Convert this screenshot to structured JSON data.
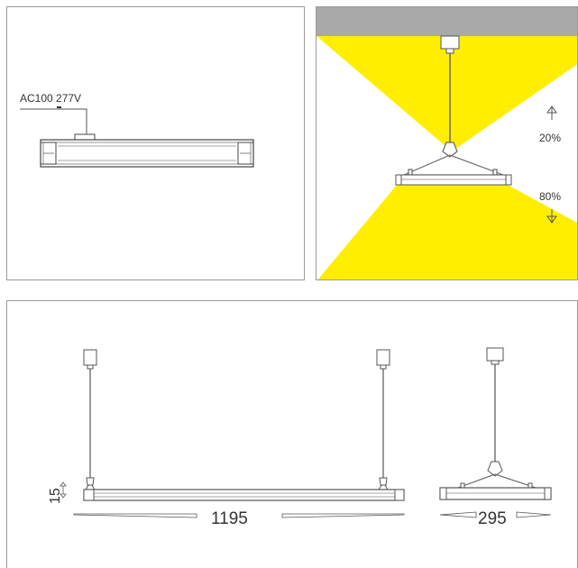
{
  "wiring": {
    "voltage_label": "AC100 277V"
  },
  "light_distribution": {
    "colors": {
      "ceiling": "#a9a9a9",
      "beam": "#ffee00",
      "line": "#555555"
    },
    "uplight": {
      "percent_label": "20%",
      "arrow": "up-arrow-icon"
    },
    "downlight": {
      "percent_label": "80%",
      "arrow": "down-arrow-icon"
    }
  },
  "dimensions": {
    "height_label": "15",
    "length_label": "1195",
    "width_label": "295"
  }
}
